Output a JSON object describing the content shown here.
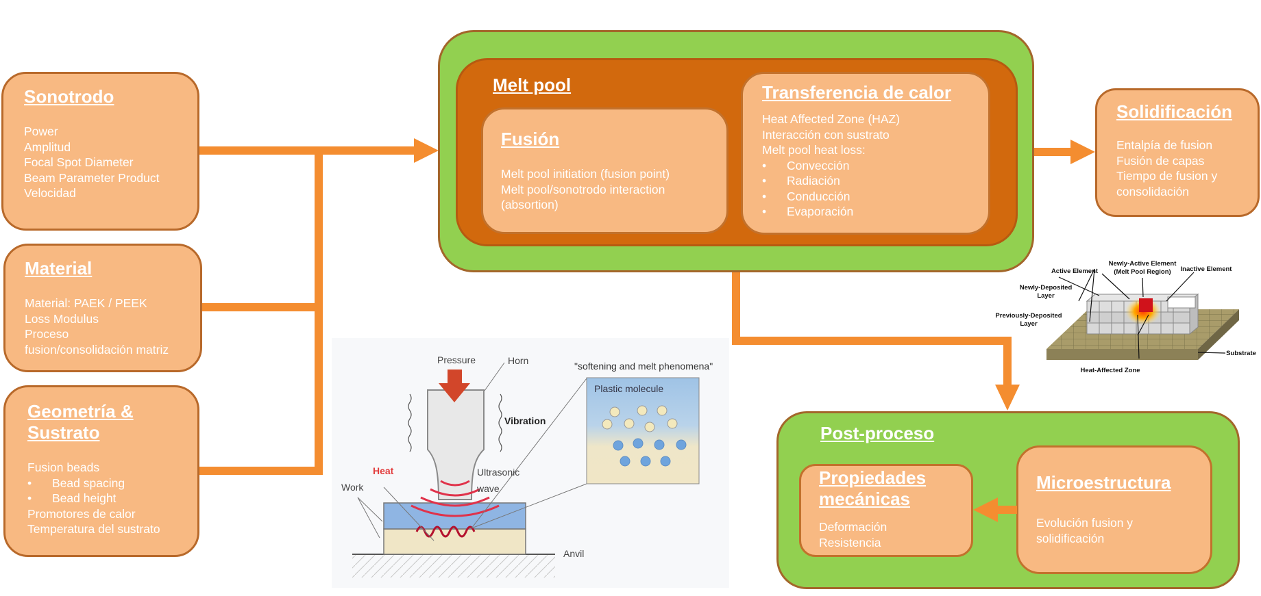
{
  "colors": {
    "box_fill": "#f8b982",
    "box_border": "#b8692a",
    "connector": "#f48d30",
    "green_container": "#92d050",
    "dark_orange_container": "#d2690d",
    "text": "#ffffff"
  },
  "inputs": {
    "sonotrodo": {
      "title": "Sonotrodo",
      "items": [
        "Power",
        "Amplitud",
        "Focal Spot Diameter",
        "Beam Parameter Product",
        "Velocidad"
      ]
    },
    "material": {
      "title": "Material",
      "items": [
        "Material: PAEK / PEEK",
        "Loss Modulus",
        "Proceso",
        "fusion/consolidación matriz"
      ]
    },
    "geometria": {
      "title_line1": "Geometría &",
      "title_line2": "Sustrato",
      "items": [
        "Fusion beads"
      ],
      "bullets": [
        "Bead spacing",
        "Bead height"
      ],
      "items_after": [
        "Promotores de calor",
        "Temperatura del sustrato"
      ]
    }
  },
  "melt_pool": {
    "title": "Melt pool",
    "fusion": {
      "title": "Fusión",
      "items": [
        "Melt pool initiation (fusion point)",
        "Melt pool/sonotrodo interaction",
        "(absortion)"
      ]
    },
    "transferencia": {
      "title": "Transferencia de calor",
      "items": [
        "Heat Affected Zone (HAZ)",
        "Interacción con sustrato",
        "Melt pool heat loss:"
      ],
      "bullets": [
        "Convección",
        "Radiación",
        "Conducción",
        "Evaporación"
      ]
    }
  },
  "solidificacion": {
    "title": "Solidificación",
    "items": [
      "Entalpía de fusion",
      "Fusión de capas",
      "Tiempo de fusion y",
      "consolidación"
    ]
  },
  "post_proceso": {
    "title": "Post-proceso",
    "propiedades": {
      "title_line1": "Propiedades",
      "title_line2": "mecánicas",
      "items": [
        "Deformación",
        "Resistencia"
      ]
    },
    "microestructura": {
      "title": "Microestructura",
      "items": [
        "Evolución fusion y",
        "solidificación"
      ]
    }
  },
  "ultrasonic_figure": {
    "pressure": "Pressure",
    "horn": "Horn",
    "vibration": "Vibration",
    "heat": "Heat",
    "ultrasonic": "Ultrasonic",
    "wave": "wave",
    "work": "Work",
    "anvil": "Anvil",
    "caption": "\"softening and melt phenomena\"",
    "plastic_molecule": "Plastic molecule"
  },
  "block_figure": {
    "active_element": "Active Element",
    "newly_active_1": "Newly-Active Element",
    "newly_active_2": "(Melt Pool Region)",
    "inactive_element": "Inactive Element",
    "newly_deposited_1": "Newly-Deposited",
    "newly_deposited_2": "Layer",
    "previously_deposited_1": "Previously-Deposited",
    "previously_deposited_2": "Layer",
    "substrate": "Substrate",
    "haz": "Heat-Affected Zone"
  }
}
